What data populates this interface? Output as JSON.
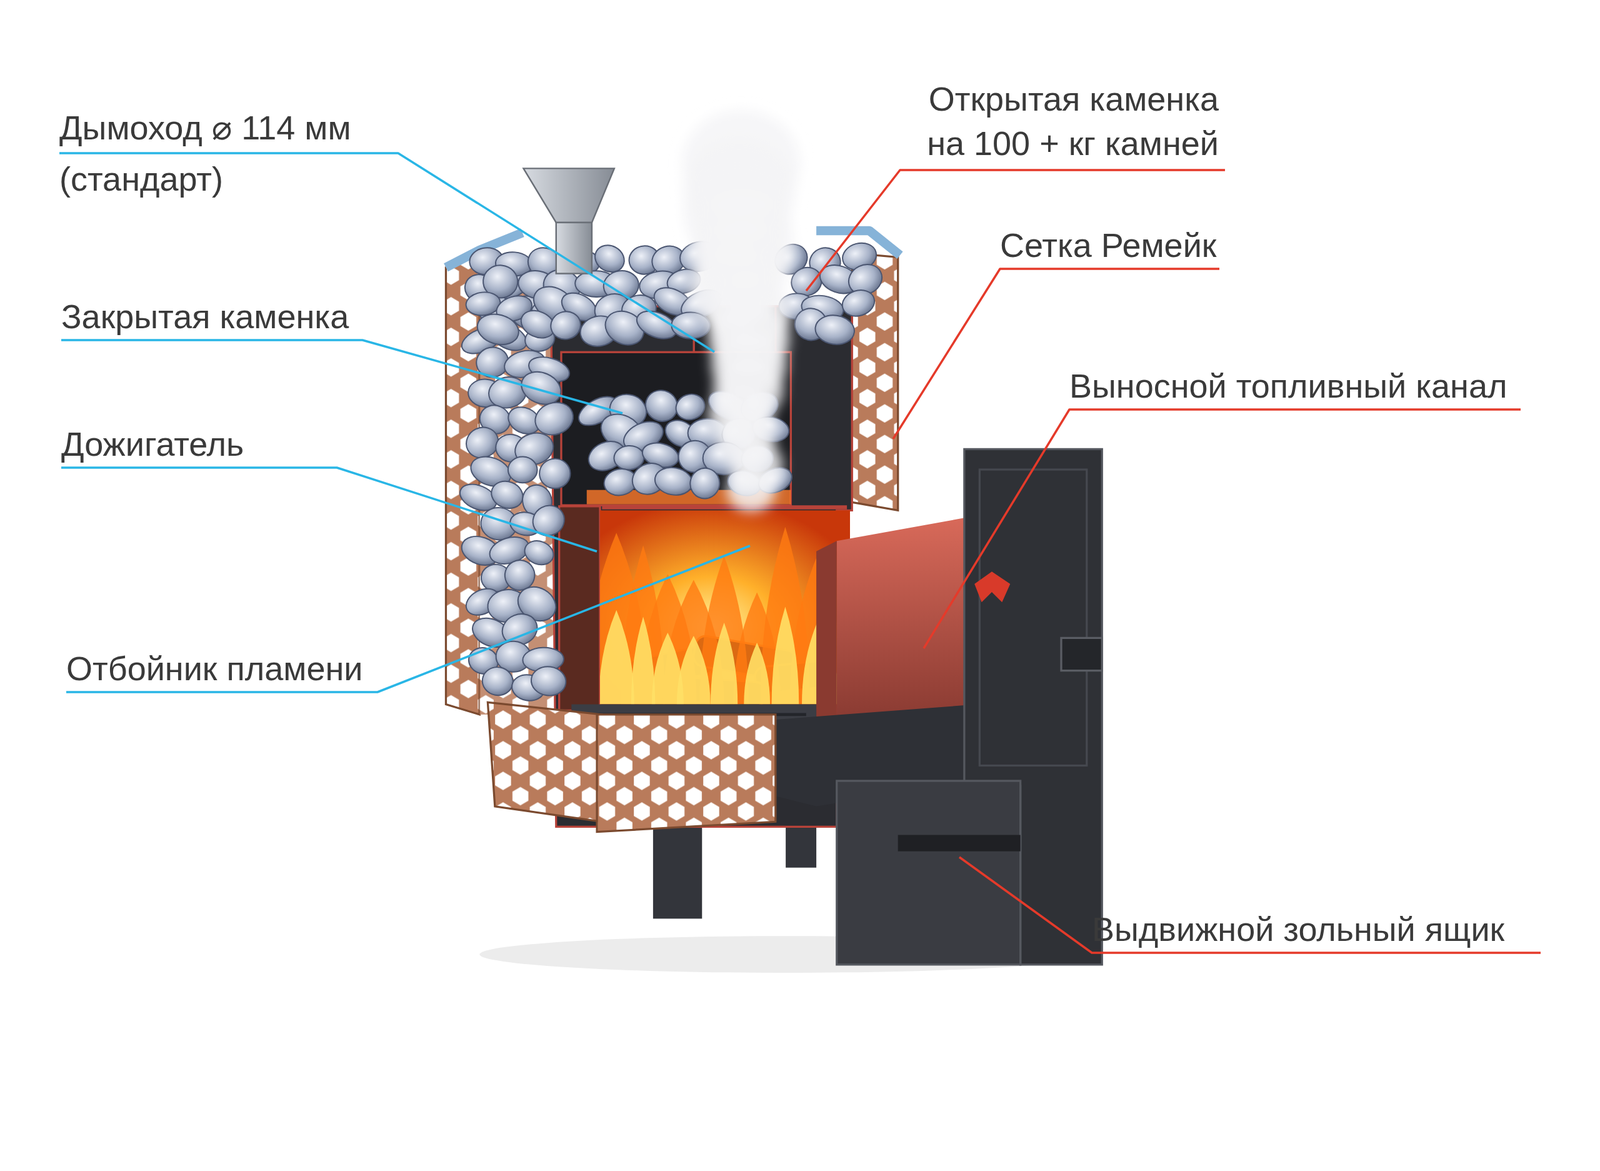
{
  "diagram": {
    "labels": [
      "Дымоход ⌀ 114 мм (стандарт)",
      "Открытая каменка на 100 + кг камней",
      "Сетка Ремейк",
      "Закрытая каменка",
      "Выносной топливный канал",
      "Дожигатель",
      "Отбойник пламени",
      "Выдвижной зольный ящик"
    ]
  }
}
